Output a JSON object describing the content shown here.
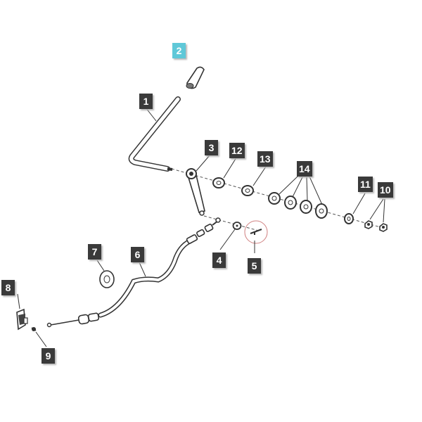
{
  "diagram": {
    "highlight_color": "#5fc8d8",
    "callout_color": "#3a3a3a",
    "active_part": "2",
    "callouts": [
      {
        "id": "1",
        "label": "1",
        "name": "callout-1-lever-arm"
      },
      {
        "id": "2",
        "label": "2",
        "name": "callout-2-handle-grip"
      },
      {
        "id": "3",
        "label": "3",
        "name": "callout-3-link-arm"
      },
      {
        "id": "4",
        "label": "4",
        "name": "callout-4-washer"
      },
      {
        "id": "5",
        "label": "5",
        "name": "callout-5-cotter-pin"
      },
      {
        "id": "6",
        "label": "6",
        "name": "callout-6-control-cable"
      },
      {
        "id": "7",
        "label": "7",
        "name": "callout-7-grommet"
      },
      {
        "id": "8",
        "label": "8",
        "name": "callout-8-cable-clamp"
      },
      {
        "id": "9",
        "label": "9",
        "name": "callout-9-screw"
      },
      {
        "id": "10",
        "label": "10",
        "name": "callout-10-nut"
      },
      {
        "id": "11",
        "label": "11",
        "name": "callout-11-washer"
      },
      {
        "id": "12",
        "label": "12",
        "name": "callout-12-washer"
      },
      {
        "id": "13",
        "label": "13",
        "name": "callout-13-washer"
      },
      {
        "id": "14",
        "label": "14",
        "name": "callout-14-washers"
      }
    ]
  }
}
